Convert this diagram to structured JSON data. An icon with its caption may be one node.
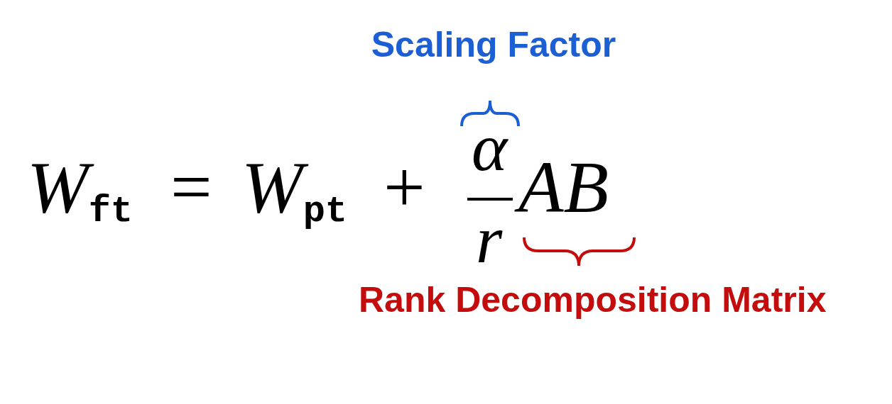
{
  "diagram": {
    "labels": [
      "Scaling Factor",
      "W$_{ft}$",
      "=",
      "W$_{pt}$",
      "+",
      "α",
      "r",
      "AB",
      "Rank Decomposition Matrix"
    ]
  }
}
